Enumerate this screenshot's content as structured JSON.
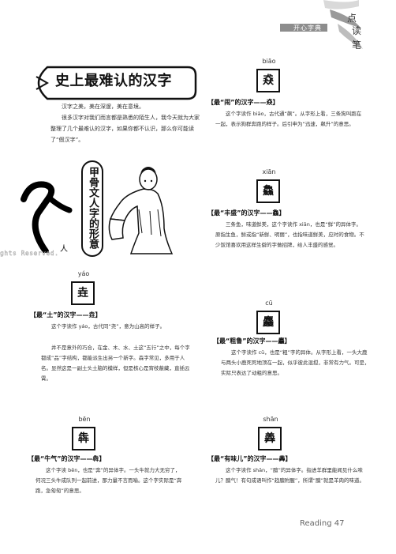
{
  "header": {
    "column_tag": "开心字典",
    "corner_chars": [
      "点",
      "读",
      "笔"
    ]
  },
  "title": "史上最难认的汉字",
  "intro": {
    "paragraph_1": "汉字之美，美在深邃，美在意境。",
    "paragraph_2": "很多汉字对我们而言都是熟悉的陌生人，我今天就为大家整理了几个最难认的汉字，如果你都不认识，那么你可能读了“假汉字”。"
  },
  "illustration": {
    "vertical_label": "甲骨文人字的形意",
    "glyph_caption": "人",
    "watermark": "ghts Reserved."
  },
  "entries": [
    {
      "pinyin": "biāo",
      "glyph": "猋",
      "heading": "【最“闹”的汉字——猋】",
      "body": "这个字读作 biāo，古代通“飙”。从字形上看，三条狗叫跑在一起，表示狗群奔跑的样子。后引申为“迅速，飙升”的意思。"
    },
    {
      "pinyin": "xiān",
      "glyph": "鱻",
      "heading": "【最“丰盛”的汉字——鱻】",
      "body": "三条鱼，味道鲜美，这个字读作 xiān，也是“鲜”的异体字。原指生鱼，鲜或指“新鲜、明丽”，也指味道鲜美，应时的食物。不少饭馆喜欢用这样生僻的字做招牌，给人丰盛的感觉。"
    },
    {
      "pinyin": "yáo",
      "glyph": "垚",
      "heading": "【最“土”的汉字——垚】",
      "body_1": "这个字读作 yáo，古代同“尧”，意为山高的样子。",
      "body_2": "并不是意外的巧合，在金、木、水、土这“五行”之中，每个字都成“品”字结构，都能派生出另一个新字。森字常见，多用于人名。显然这是一副土头土脑的模样，但是核心是宵枝蔽藏，直插云霄。"
    },
    {
      "pinyin": "cū",
      "glyph": "麤",
      "heading": "【最“粗鲁”的汉字——麤】",
      "body": "这个字读作 cū，也是“粗”字的异体。从字形上看，一头大鹿与两头小鹿死死地顶在一起，似乎彼此混搅，非常有力气。可是，实际只表达了动粗的意思。"
    },
    {
      "pinyin": "bēn",
      "glyph": "犇",
      "heading": "【最“牛气”的汉字——犇】",
      "body": "这个字读 bēn，也是“奔”的异体字。一头牛就力大无穷了，何况三头牛成队列一起前进，那力量不言而喻。这个字实际是“奔跑，急匆匆”的意思。"
    },
    {
      "pinyin": "shān",
      "glyph": "羴",
      "heading": "【最“有味儿”的汉字——羴】",
      "body": "这个字读作 shān，“膻”的异体字。指进羊群里能闻见什么味儿？膻气！有句成语叫作“趋膻附腥”，所谓“膻”就是羊肉的味道。"
    }
  ],
  "footer": "Reading 47"
}
